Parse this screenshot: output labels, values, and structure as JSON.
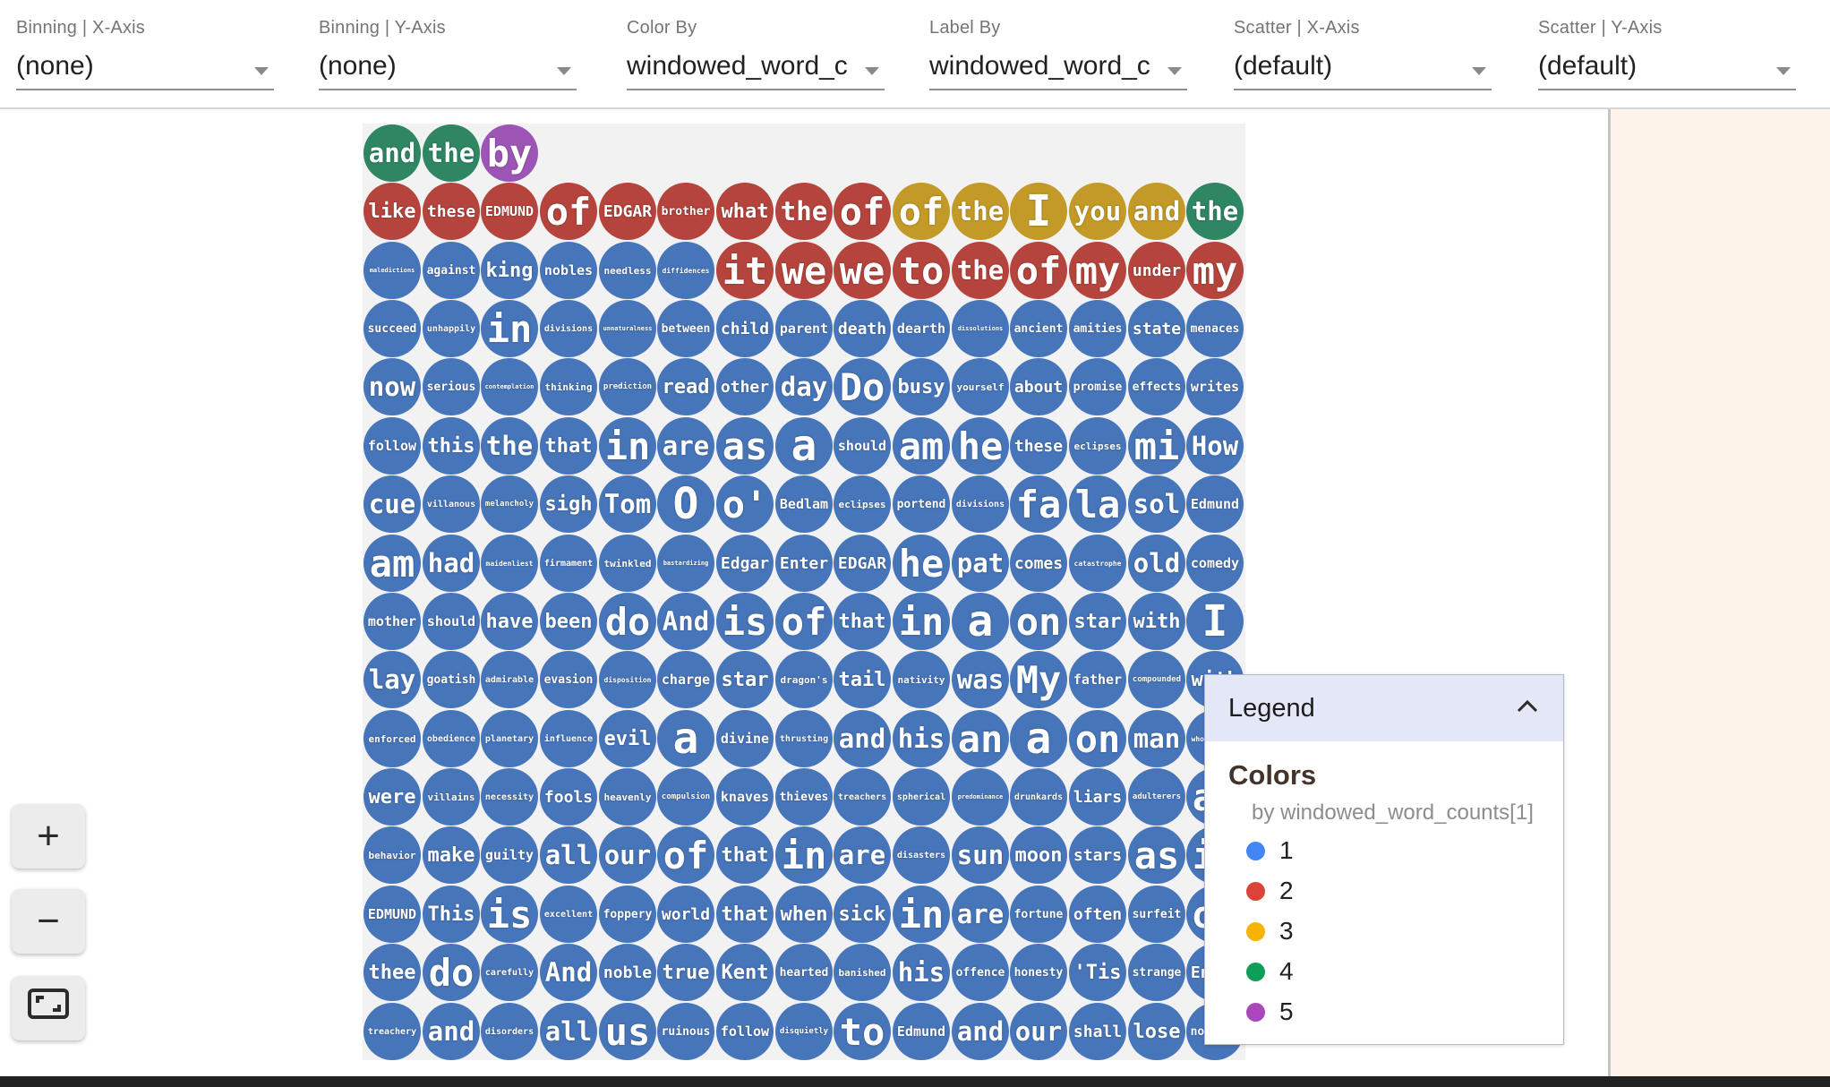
{
  "header": {
    "controls": [
      {
        "label": "Binning | X-Axis",
        "value": "(none)"
      },
      {
        "label": "Binning | Y-Axis",
        "value": "(none)"
      },
      {
        "label": "Color By",
        "value": "windowed_word_c"
      },
      {
        "label": "Label By",
        "value": "windowed_word_c"
      },
      {
        "label": "Scatter | X-Axis",
        "value": "(default)"
      },
      {
        "label": "Scatter | Y-Axis",
        "value": "(default)"
      }
    ]
  },
  "zoom_controls": {
    "zoom_in": "+",
    "zoom_out": "−"
  },
  "legend": {
    "title": "Legend",
    "section": "Colors",
    "subtitle": "by windowed_word_counts[1]",
    "items": [
      {
        "label": "1",
        "color": "#4285f4"
      },
      {
        "label": "2",
        "color": "#db4437"
      },
      {
        "label": "3",
        "color": "#f4b400"
      },
      {
        "label": "4",
        "color": "#0f9d58"
      },
      {
        "label": "5",
        "color": "#ab47bc"
      }
    ]
  },
  "palette": {
    "1": "#4775ba",
    "2": "#b5443c",
    "3": "#c39a28",
    "4": "#2e8663",
    "5": "#9c55b5"
  },
  "chart_data": {
    "type": "scatter",
    "note": "word bubbles colored by windowed_word_counts[1]; color key 1=blue 2=red 3=yellow 4=green 5=purple",
    "rows": [
      {
        "words": [
          "and",
          "the",
          "by"
        ],
        "colors": "445"
      },
      {
        "words": [
          "like",
          "these",
          "EDMUND",
          "of",
          "EDGAR",
          "brother",
          "what",
          "the",
          "of",
          "of",
          "the",
          "I",
          "you",
          "and",
          "the"
        ],
        "colors": "222222222333334"
      },
      {
        "words": [
          "maledictions",
          "against",
          "king",
          "nobles",
          "needless",
          "diffidences",
          "it",
          "we",
          "we",
          "to",
          "the",
          "of",
          "my",
          "under",
          "my"
        ],
        "colors": "111111222222222"
      },
      {
        "words": [
          "succeed",
          "unhappily",
          "in",
          "divisions",
          "unnaturalness",
          "between",
          "child",
          "parent",
          "death",
          "dearth",
          "dissolutions",
          "ancient",
          "amities",
          "state",
          "menaces"
        ],
        "colors": "111111111111111"
      },
      {
        "words": [
          "now",
          "serious",
          "contemplation",
          "thinking",
          "prediction",
          "read",
          "other",
          "day",
          "Do",
          "busy",
          "yourself",
          "about",
          "promise",
          "effects",
          "writes"
        ],
        "colors": "111111111111111"
      },
      {
        "words": [
          "follow",
          "this",
          "the",
          "that",
          "in",
          "are",
          "as",
          "a",
          "should",
          "am",
          "he",
          "these",
          "eclipses",
          "mi",
          "How"
        ],
        "colors": "111111111111111"
      },
      {
        "words": [
          "cue",
          "villanous",
          "melancholy",
          "sigh",
          "Tom",
          "O",
          "o'",
          "Bedlam",
          "eclipses",
          "portend",
          "divisions",
          "fa",
          "la",
          "sol",
          "Edmund"
        ],
        "colors": "111111111111111"
      },
      {
        "words": [
          "am",
          "had",
          "maidenliest",
          "firmament",
          "twinkled",
          "bastardizing",
          "Edgar",
          "Enter",
          "EDGAR",
          "he",
          "pat",
          "comes",
          "catastrophe",
          "old",
          "comedy"
        ],
        "colors": "111111111111111"
      },
      {
        "words": [
          "mother",
          "should",
          "have",
          "been",
          "do",
          "And",
          "is",
          "of",
          "that",
          "in",
          "a",
          "on",
          "star",
          "with",
          "I"
        ],
        "colors": "111111111111111"
      },
      {
        "words": [
          "lay",
          "goatish",
          "admirable",
          "evasion",
          "disposition",
          "charge",
          "star",
          "dragon's",
          "tail",
          "nativity",
          "was",
          "My",
          "father",
          "compounded",
          "with"
        ],
        "colors": "111111111111111"
      },
      {
        "words": [
          "enforced",
          "obedience",
          "planetary",
          "influence",
          "evil",
          "a",
          "divine",
          "thrusting",
          "and",
          "his",
          "an",
          "a",
          "on",
          "man",
          "whoremaster"
        ],
        "colors": "111111111111111"
      },
      {
        "words": [
          "were",
          "villains",
          "necessity",
          "fools",
          "heavenly",
          "compulsion",
          "knaves",
          "thieves",
          "treachers",
          "spherical",
          "predominance",
          "drunkards",
          "liars",
          "adulterers",
          "an"
        ],
        "colors": "111111111111111"
      },
      {
        "words": [
          "behavior",
          "make",
          "guilty",
          "all",
          "our",
          "of",
          "that",
          "in",
          "are",
          "disasters",
          "sun",
          "moon",
          "stars",
          "as",
          "if"
        ],
        "colors": "111111111111111"
      },
      {
        "words": [
          "EDMUND",
          "This",
          "is",
          "excellent",
          "foppery",
          "world",
          "that",
          "when",
          "sick",
          "in",
          "are",
          "fortune",
          "often",
          "surfeit",
          "of"
        ],
        "colors": "111111111111111"
      },
      {
        "words": [
          "thee",
          "do",
          "carefully",
          "And",
          "noble",
          "true",
          "Kent",
          "hearted",
          "banished",
          "his",
          "offence",
          "honesty",
          "'Tis",
          "strange",
          "Enter"
        ],
        "colors": "111111111111111"
      },
      {
        "words": [
          "treachery",
          "and",
          "disorders",
          "all",
          "us",
          "ruinous",
          "follow",
          "disquietly",
          "to",
          "Edmund",
          "and",
          "our",
          "shall",
          "lose",
          "nothing"
        ],
        "colors": "111111111111111"
      }
    ]
  }
}
